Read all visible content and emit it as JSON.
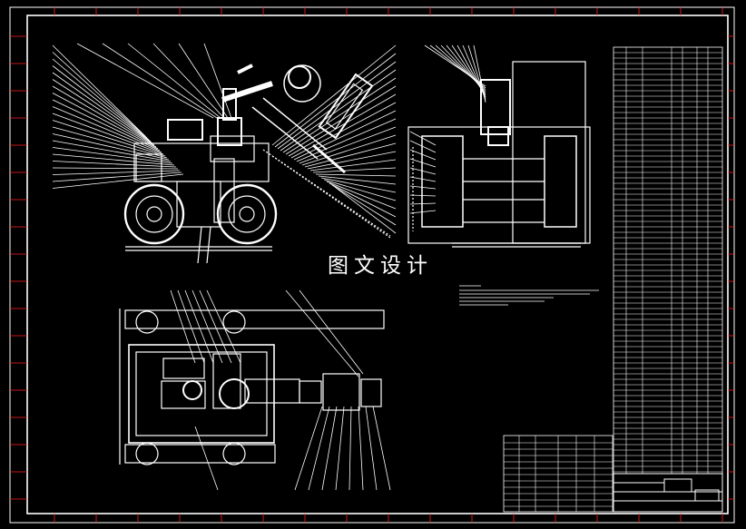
{
  "drawing": {
    "watermark_text": "图文设计",
    "colors": {
      "background": "#000000",
      "lines": "#ffffff",
      "frame_marks": "#ff2020"
    },
    "views": [
      "side-elevation-view",
      "end-elevation-view",
      "plan-view"
    ],
    "tables": [
      "parts-list-table",
      "title-block",
      "revision-table"
    ]
  }
}
